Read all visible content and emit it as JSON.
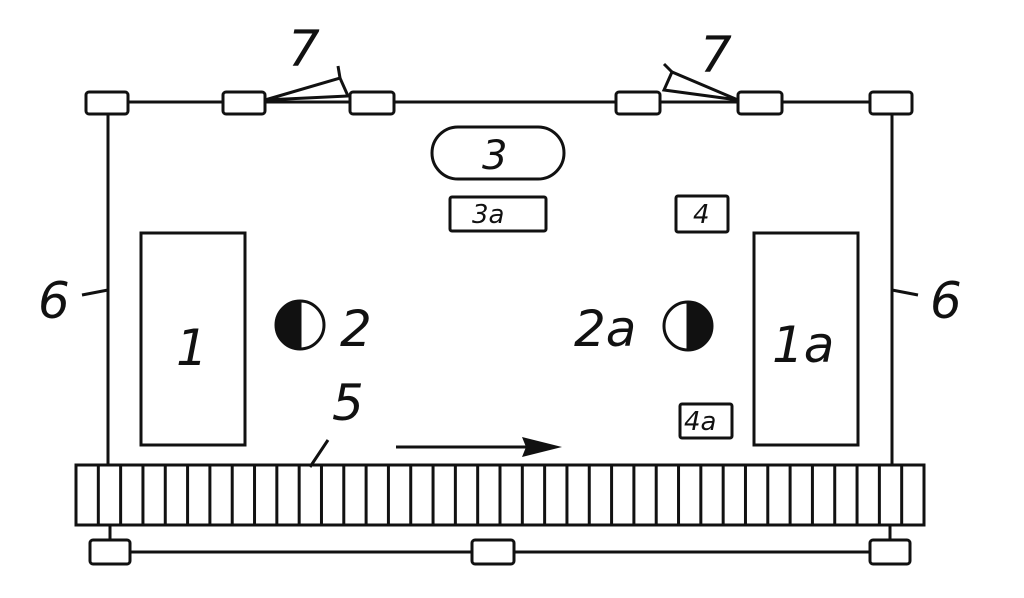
{
  "labels": {
    "l1": "1",
    "l1a": "1a",
    "l2": "2",
    "l2a": "2a",
    "l3": "3",
    "l3a": "3a",
    "l4": "4",
    "l4a": "4a",
    "l5": "5",
    "l6_left": "6",
    "l6_right": "6",
    "l7_left": "7",
    "l7_right": "7"
  }
}
